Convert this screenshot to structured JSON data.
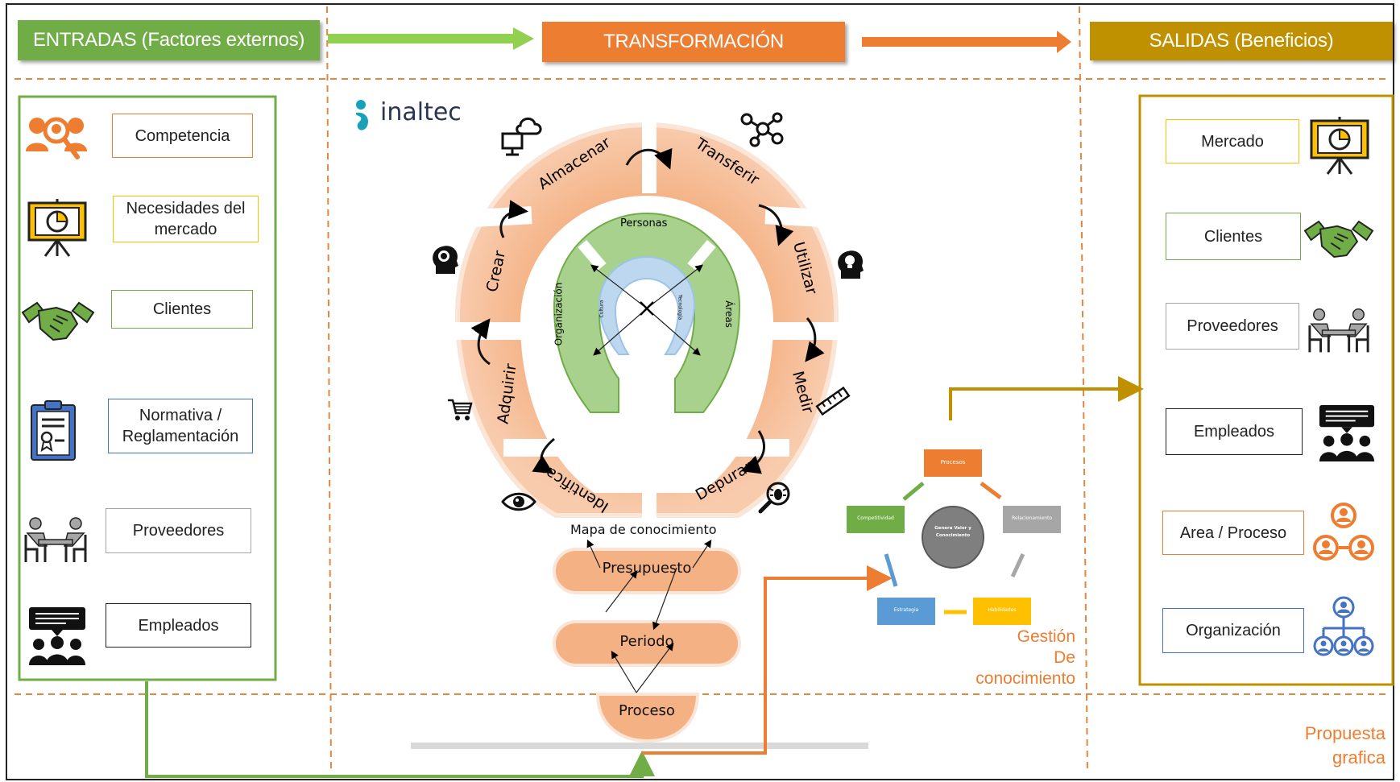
{
  "headers": {
    "entradas": "ENTRADAS (Factores externos)",
    "transformacion": "TRANSFORMACIÓN",
    "salidas": "SALIDAS (Beneficios)"
  },
  "logo": "inaltec",
  "entradas": [
    {
      "label": "Competencia",
      "icon": "competition-icon",
      "color": "#ED7D31"
    },
    {
      "label": "Necesidades del mercado",
      "icon": "presentation-board-icon",
      "color": "#FFC000"
    },
    {
      "label": "Clientes",
      "icon": "handshake-icon",
      "color": "#70AD47"
    },
    {
      "label": "Normativa / Reglamentación",
      "icon": "certificate-icon",
      "color": "#4472C4"
    },
    {
      "label": "Proveedores",
      "icon": "meeting-table-icon",
      "color": "#A6A6A6"
    },
    {
      "label": "Empleados",
      "icon": "employees-icon",
      "color": "#000000"
    }
  ],
  "salidas": [
    {
      "label": "Mercado",
      "icon": "presentation-board-icon",
      "color": "#FFC000"
    },
    {
      "label": "Clientes",
      "icon": "handshake-icon",
      "color": "#70AD47"
    },
    {
      "label": "Proveedores",
      "icon": "meeting-table-icon",
      "color": "#A6A6A6"
    },
    {
      "label": "Empleados",
      "icon": "employees-icon",
      "color": "#000000"
    },
    {
      "label": "Area / Proceso",
      "icon": "area-process-icon",
      "color": "#ED7D31"
    },
    {
      "label": "Organización",
      "icon": "organization-icon",
      "color": "#4472C4"
    }
  ],
  "bulb": {
    "cycle": [
      "Almacenar",
      "Transferir",
      "Utilizar",
      "Medir",
      "Depurar",
      "Identificar",
      "Adquirir",
      "Crear"
    ],
    "inner_ring": {
      "top": "Personas",
      "left": "Organización",
      "right": "Áreas"
    },
    "core": {
      "left": "Cultura",
      "right": "Tecnología"
    },
    "base_title": "Mapa de conocimiento",
    "base": [
      "Presupuesto",
      "Periodo",
      "Proceso"
    ]
  },
  "gestion": {
    "nodes": [
      "Procesos",
      "Relacionamiento",
      "Habilidades",
      "Estrategia",
      "Competitividad"
    ],
    "center": "Genera Valor y Conocimiento",
    "caption_lines": [
      "Gestión",
      "De",
      "conocimiento"
    ]
  },
  "propuesta_lines": [
    "Propuesta",
    "grafica"
  ],
  "colors": {
    "green": "#70AD47",
    "orange": "#ED7D31",
    "gold": "#BF9000",
    "blue": "#4472C4",
    "bulb_fill": "#F4B183",
    "inner_green": "#A9D18E",
    "inner_blue": "#BDD7EE"
  }
}
